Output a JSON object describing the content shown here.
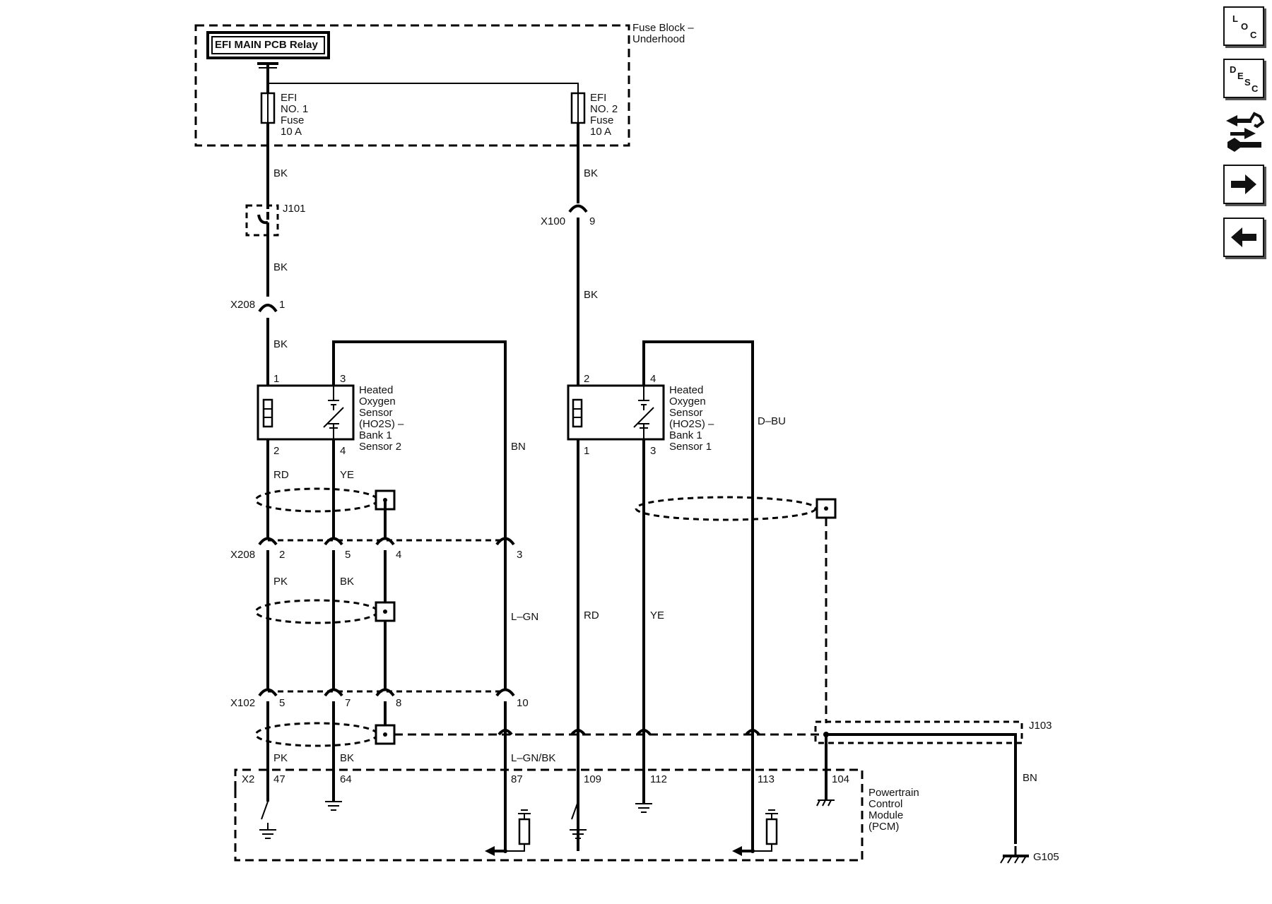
{
  "fuse_block": {
    "relay_label": "EFI MAIN PCB Relay",
    "title_line1": "Fuse Block –",
    "title_line2": "Underhood",
    "fuse1": [
      "EFI",
      "NO. 1",
      "Fuse",
      "10 A"
    ],
    "fuse2": [
      "EFI",
      "NO. 2",
      "Fuse",
      "10 A"
    ]
  },
  "wires": {
    "bk": "BK",
    "rd": "RD",
    "ye": "YE",
    "pk": "PK",
    "bn": "BN",
    "lgn": "L–GN",
    "lgnbk": "L–GN/BK",
    "dbu": "D–BU"
  },
  "connectors": {
    "j101": "J101",
    "x100": "X100",
    "x100_pin": "9",
    "x208": "X208",
    "x208_pin1": "1",
    "x208_pins": [
      "2",
      "5",
      "4",
      "3"
    ],
    "x102": "X102",
    "x102_pins": [
      "5",
      "7",
      "8",
      "10"
    ],
    "j103": "J103",
    "x2": "X2",
    "x2_pins": [
      "47",
      "64",
      "87",
      "109",
      "112",
      "113",
      "104"
    ],
    "g105": "G105"
  },
  "sensor2": {
    "lines": [
      "Heated",
      "Oxygen",
      "Sensor",
      "(HO2S)  –",
      "Bank 1",
      "Sensor 2"
    ],
    "pins": [
      "1",
      "3",
      "2",
      "4"
    ]
  },
  "sensor1": {
    "lines": [
      "Heated",
      "Oxygen",
      "Sensor",
      "(HO2S)  –",
      "Bank 1",
      "Sensor 1"
    ],
    "pins": [
      "2",
      "4",
      "1",
      "3"
    ]
  },
  "pcm": {
    "lines": [
      "Powertrain",
      "Control",
      "Module",
      "(PCM)"
    ]
  },
  "nav": {
    "loc": [
      "L",
      "O",
      "C"
    ],
    "desc": [
      "D",
      "E",
      "S",
      "C"
    ],
    "icons": [
      "loc-icon",
      "desc-icon",
      "tool-icon",
      "arrow-right-icon",
      "arrow-left-icon"
    ]
  }
}
